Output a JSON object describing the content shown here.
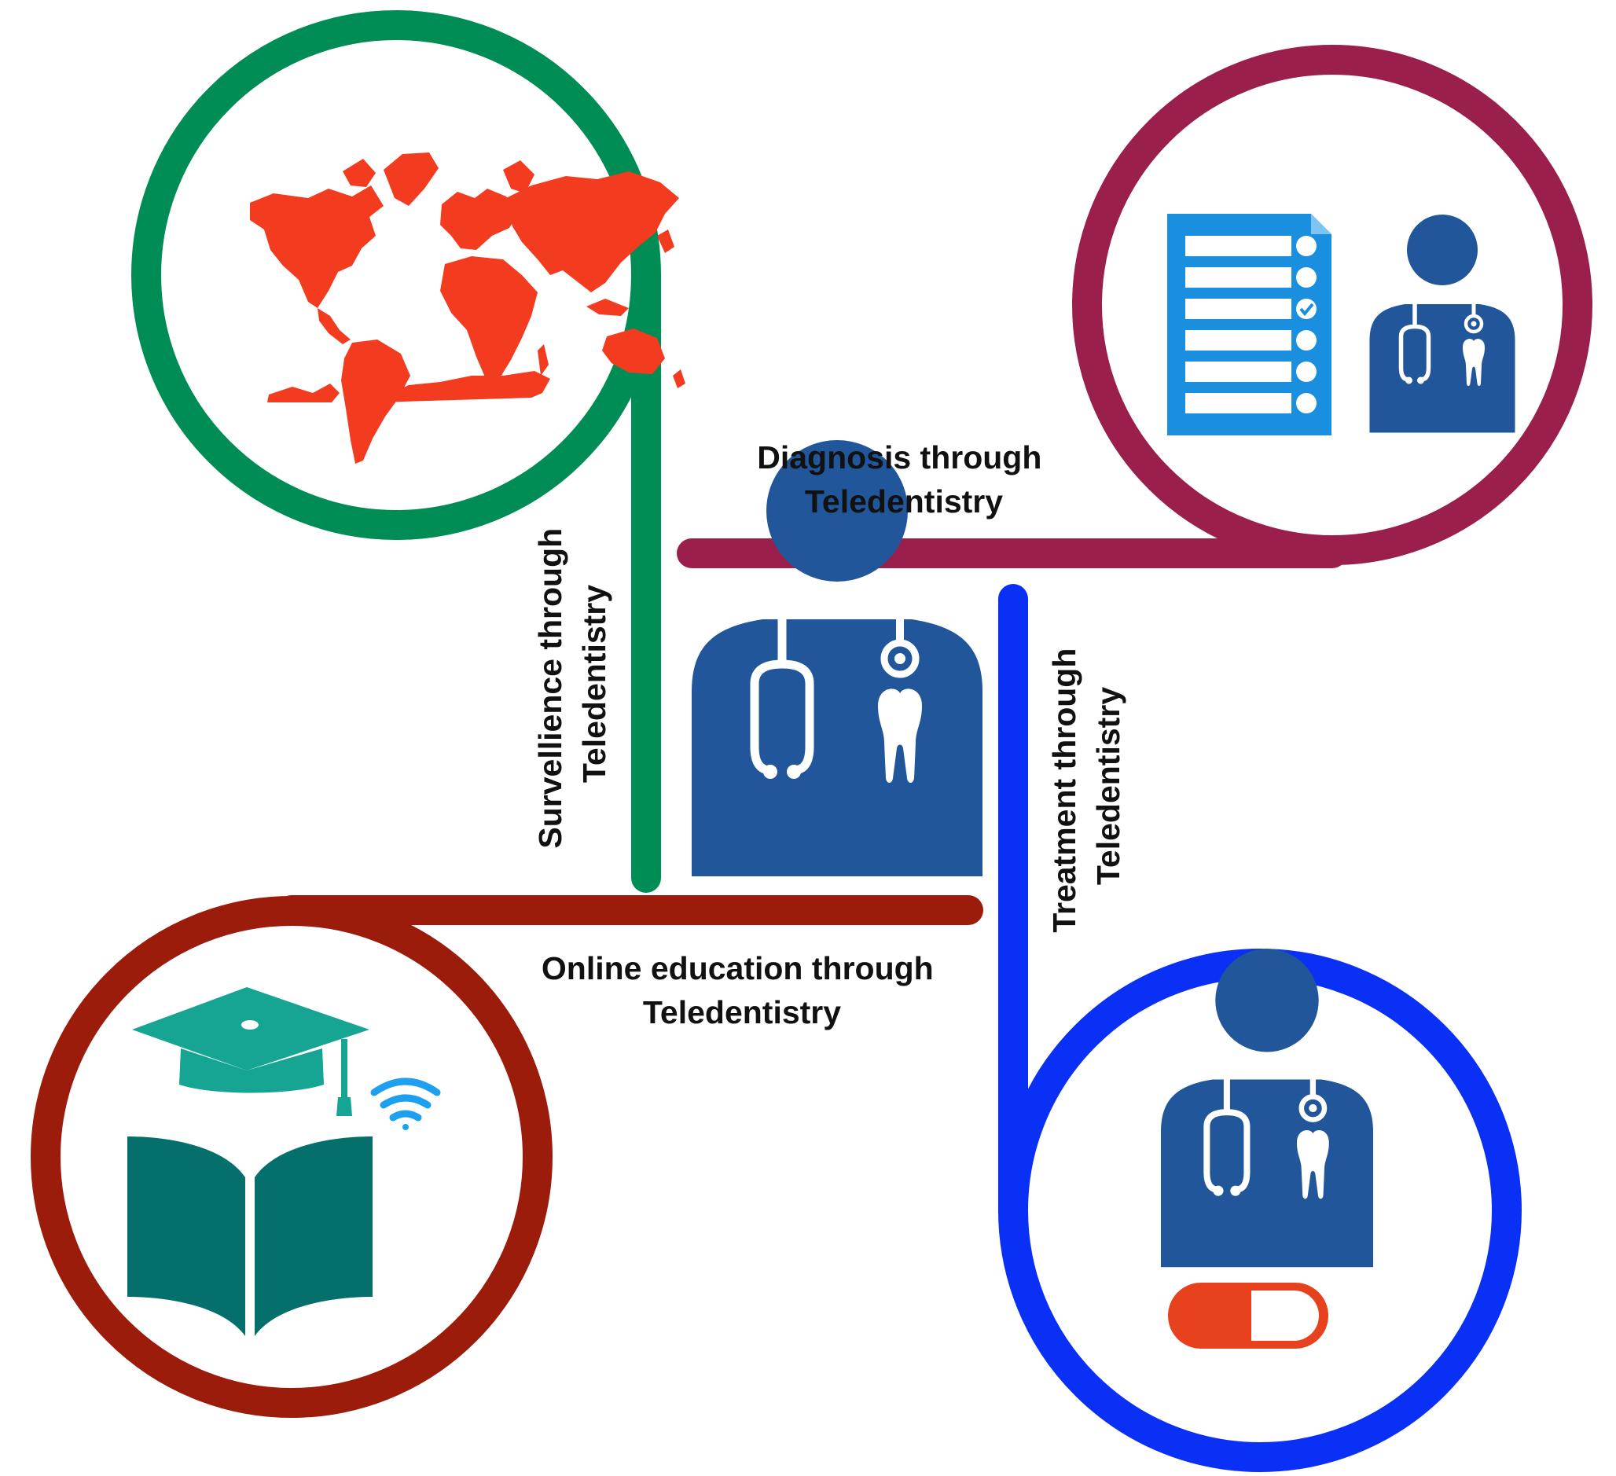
{
  "labels": {
    "surveillance": [
      "Survellience through",
      "Teledentistry"
    ],
    "diagnosis": [
      "Diagnosis through",
      "Teledentistry"
    ],
    "treatment": [
      "Treatment through",
      "Teledentistry"
    ],
    "education": [
      "Online education through",
      "Teledentistry"
    ]
  },
  "icons": {
    "center": "dentist-icon",
    "surveillance": "world-map-icon",
    "diagnosis": [
      "checklist-icon",
      "dentist-icon"
    ],
    "treatment": [
      "dentist-icon",
      "pill-icon"
    ],
    "education": [
      "graduation-cap-icon",
      "wifi-icon",
      "open-book-icon"
    ]
  },
  "colors": {
    "surveillance": "#008c55",
    "diagnosis": "#9a1f4c",
    "treatment": "#0a2ff5",
    "education": "#9c1c0c",
    "dentist": "#22569a",
    "map": "#f23b1f",
    "checklist": "#1a8fe0",
    "cap": "#16a592",
    "book": "#05706b",
    "wifi": "#1ea0f0",
    "pill": "#e8411e"
  }
}
